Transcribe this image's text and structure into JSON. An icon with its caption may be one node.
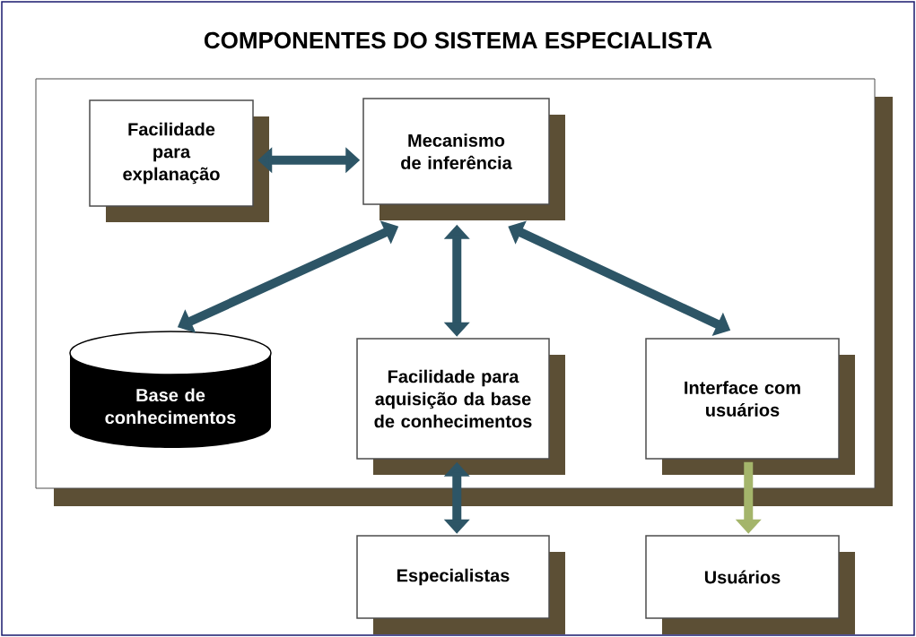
{
  "diagram": {
    "title": "COMPONENTES DO SISTEMA ESPECIALISTA",
    "nodes": [
      {
        "text": [],
        "shape": "box"
      },
      {
        "text": [
          "Facilidade para explanação"
        ],
        "in": 0
      },
      {
        "text": [
          "Mecanismo de inferência"
        ],
        "in": 0
      },
      {
        "text": [
          "Base de conhecimentos"
        ],
        "in": 0
      },
      {
        "text": [
          "Facilidade para aquisição da base de conhecimentos"
        ],
        "in": 0
      },
      {
        "text": [
          "Interface com usuários"
        ],
        "in": 0
      },
      {
        "text": [
          "Especialistas"
        ]
      },
      {
        "text": [
          "Usuários"
        ]
      }
    ],
    "edges": [
      {
        "from": 1,
        "to": 2,
        "arrow": "both"
      },
      {
        "from": 2,
        "to": 3,
        "arrow": "both"
      },
      {
        "from": 2,
        "to": 4,
        "arrow": "both"
      },
      {
        "from": 2,
        "to": 5,
        "arrow": "both"
      },
      {
        "from": 4,
        "to": 6,
        "arrow": "both"
      },
      {
        "from": 5,
        "to": 7,
        "arrow": "to",
        "color": "#a4b56b"
      }
    ]
  }
}
